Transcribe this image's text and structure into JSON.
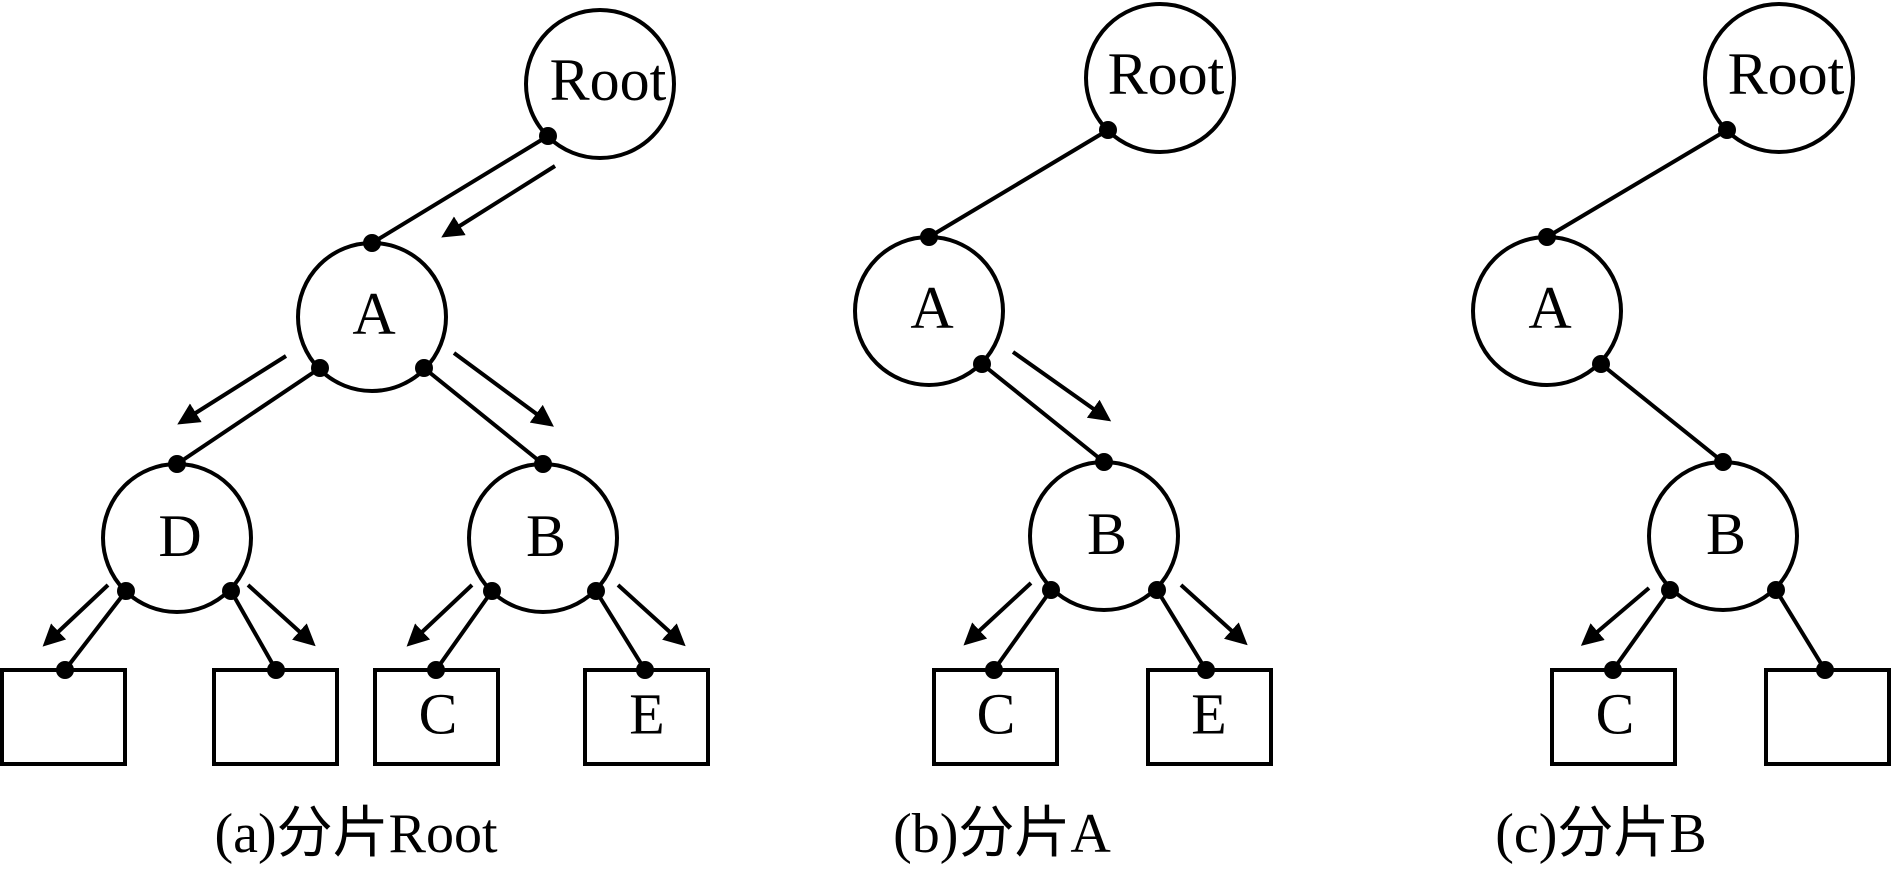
{
  "panels": [
    {
      "caption": "(a)分片Root",
      "root_label": "Root",
      "a_label": "A",
      "d_label": "D",
      "b_label": "B",
      "leaves": [
        "",
        "",
        "C",
        "E"
      ]
    },
    {
      "caption": "(b)分片A",
      "root_label": "Root",
      "a_label": "A",
      "b_label": "B",
      "leaves": [
        "C",
        "E"
      ]
    },
    {
      "caption": "(c)分片B",
      "root_label": "Root",
      "a_label": "A",
      "b_label": "B",
      "leaves": [
        "C",
        ""
      ]
    }
  ]
}
